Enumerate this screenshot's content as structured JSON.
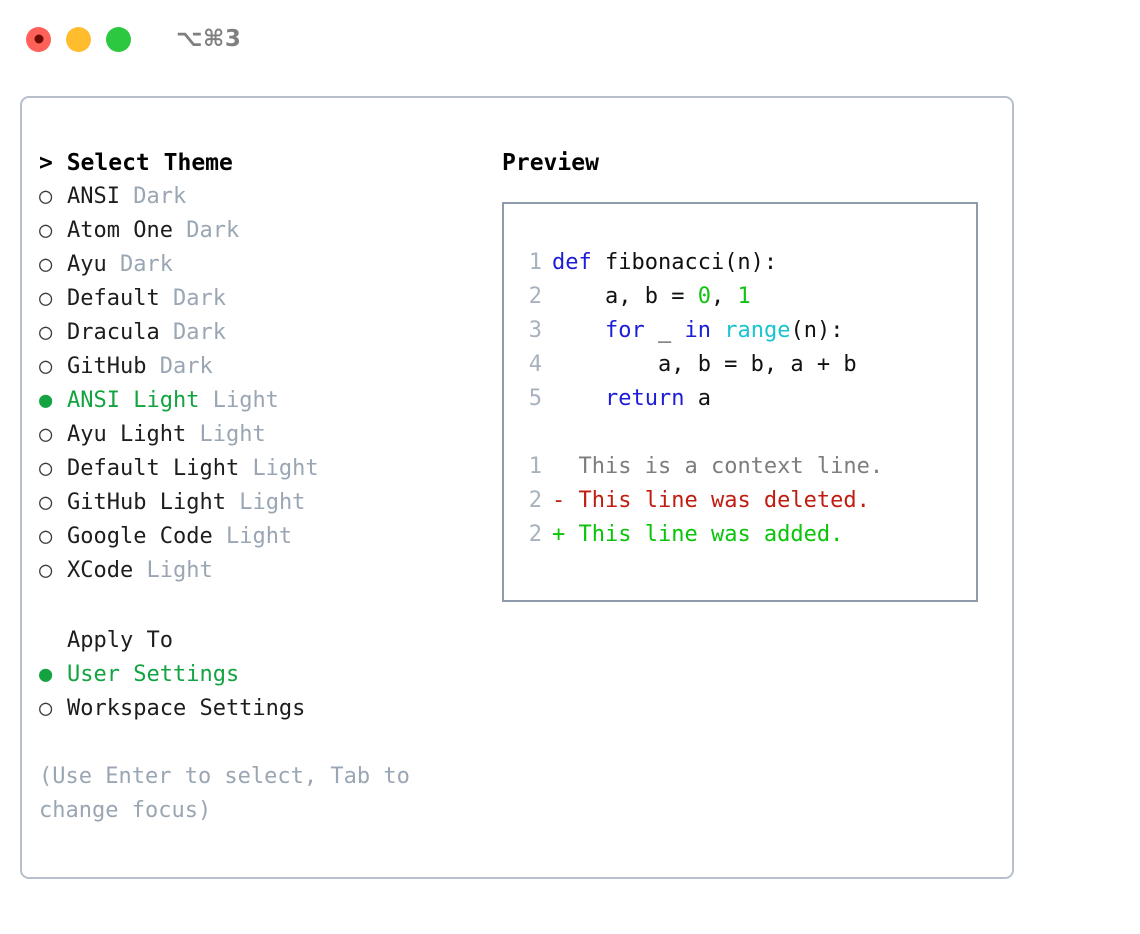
{
  "window": {
    "shortcut": "⌥⌘3",
    "controls": [
      {
        "name": "close",
        "color": "#ff6058"
      },
      {
        "name": "minimize",
        "color": "#ffbd2e"
      },
      {
        "name": "maximize",
        "color": "#2cc840"
      }
    ]
  },
  "theme_panel": {
    "title": "> Select Theme",
    "title_marker": ">",
    "title_text": "Select Theme",
    "markers": {
      "selected": "●",
      "unselected": "○"
    },
    "options": [
      {
        "marker": "○",
        "label": "ANSI",
        "tag": "Dark",
        "selected": false
      },
      {
        "marker": "○",
        "label": "Atom One",
        "tag": "Dark",
        "selected": false
      },
      {
        "marker": "○",
        "label": "Ayu",
        "tag": "Dark",
        "selected": false
      },
      {
        "marker": "○",
        "label": "Default",
        "tag": "Dark",
        "selected": false
      },
      {
        "marker": "○",
        "label": "Dracula",
        "tag": "Dark",
        "selected": false
      },
      {
        "marker": "○",
        "label": "GitHub",
        "tag": "Dark",
        "selected": false
      },
      {
        "marker": "●",
        "label": "ANSI Light",
        "tag": "Light",
        "selected": true
      },
      {
        "marker": "○",
        "label": "Ayu Light",
        "tag": "Light",
        "selected": false
      },
      {
        "marker": "○",
        "label": "Default Light",
        "tag": "Light",
        "selected": false
      },
      {
        "marker": "○",
        "label": "GitHub Light",
        "tag": "Light",
        "selected": false
      },
      {
        "marker": "○",
        "label": "Google Code",
        "tag": "Light",
        "selected": false
      },
      {
        "marker": "○",
        "label": "XCode",
        "tag": "Light",
        "selected": false
      }
    ]
  },
  "apply_to": {
    "title": "Apply To",
    "options": [
      {
        "marker": "●",
        "label": "User Settings",
        "selected": true
      },
      {
        "marker": "○",
        "label": "Workspace Settings",
        "selected": false
      }
    ]
  },
  "hint": "(Use Enter to select, Tab to change focus)",
  "preview": {
    "title": "Preview",
    "code_lines": [
      {
        "lineno": "1",
        "tokens": [
          {
            "text": "def ",
            "kind": "kw"
          },
          {
            "text": "fibonacci(n):",
            "kind": "txt"
          }
        ]
      },
      {
        "lineno": "2",
        "tokens": [
          {
            "text": "    a, b = ",
            "kind": "txt"
          },
          {
            "text": "0",
            "kind": "num"
          },
          {
            "text": ", ",
            "kind": "txt"
          },
          {
            "text": "1",
            "kind": "num"
          }
        ]
      },
      {
        "lineno": "3",
        "tokens": [
          {
            "text": "    ",
            "kind": "txt"
          },
          {
            "text": "for",
            "kind": "kw"
          },
          {
            "text": " _ ",
            "kind": "txt"
          },
          {
            "text": "in",
            "kind": "kw"
          },
          {
            "text": " ",
            "kind": "txt"
          },
          {
            "text": "range",
            "kind": "fn"
          },
          {
            "text": "(n):",
            "kind": "txt"
          }
        ]
      },
      {
        "lineno": "4",
        "tokens": [
          {
            "text": "        a, b = b, a + b",
            "kind": "txt"
          }
        ]
      },
      {
        "lineno": "5",
        "tokens": [
          {
            "text": "    ",
            "kind": "txt"
          },
          {
            "text": "return",
            "kind": "kw"
          },
          {
            "text": " a",
            "kind": "txt"
          }
        ]
      }
    ],
    "diff_lines": [
      {
        "lineno": "1",
        "sign": " ",
        "text": "This is a context line.",
        "kind": "ctx"
      },
      {
        "lineno": "2",
        "sign": "-",
        "text": "This line was deleted.",
        "kind": "del"
      },
      {
        "lineno": "2",
        "sign": "+",
        "text": "This line was added.",
        "kind": "add"
      }
    ]
  },
  "colors": {
    "accent_green": "#13a341",
    "muted": "#9aa6b3",
    "keyword_blue": "#1d1dd6",
    "function_cyan": "#1ac3cf",
    "number_green": "#11c411",
    "diff_add": "#0ac40a",
    "diff_del": "#c01c10",
    "diff_ctx": "#7d7d7d",
    "border": "#b6bfcb",
    "code_border": "#8f9bab"
  }
}
